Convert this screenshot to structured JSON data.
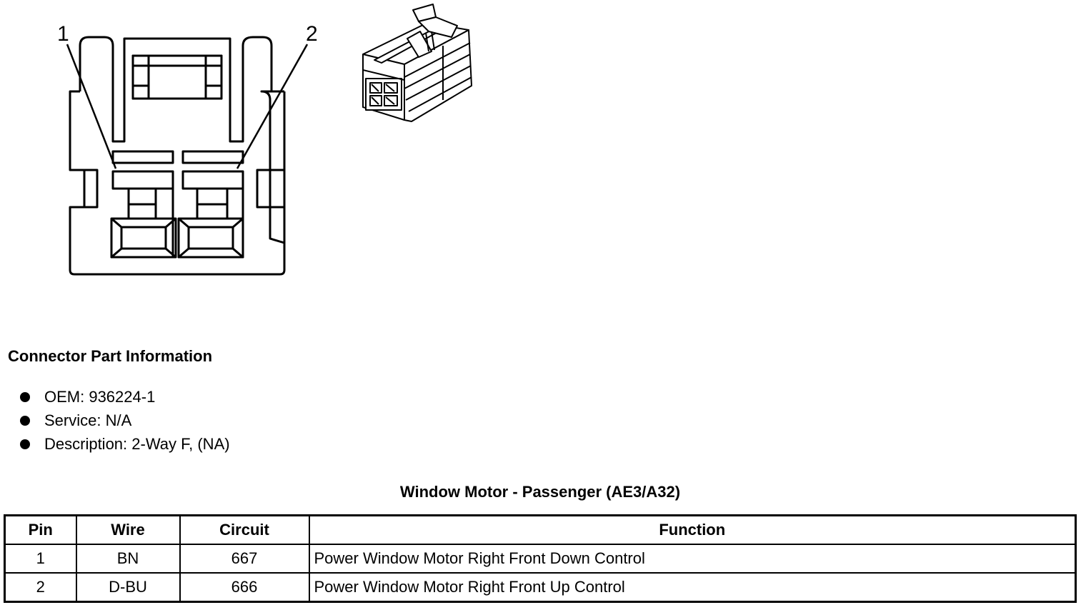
{
  "diagram": {
    "pin_labels": [
      "1",
      "2"
    ]
  },
  "part_info": {
    "title": "Connector Part Information",
    "items": [
      "OEM: 936224-1",
      "Service: N/A",
      "Description: 2-Way F, (NA)"
    ]
  },
  "table": {
    "title": "Window Motor - Passenger (AE3/A32)",
    "headers": [
      "Pin",
      "Wire",
      "Circuit",
      "Function"
    ],
    "rows": [
      [
        "1",
        "BN",
        "667",
        "Power Window Motor Right Front Down Control"
      ],
      [
        "2",
        "D-BU",
        "666",
        "Power Window Motor Right Front Up Control"
      ]
    ]
  }
}
